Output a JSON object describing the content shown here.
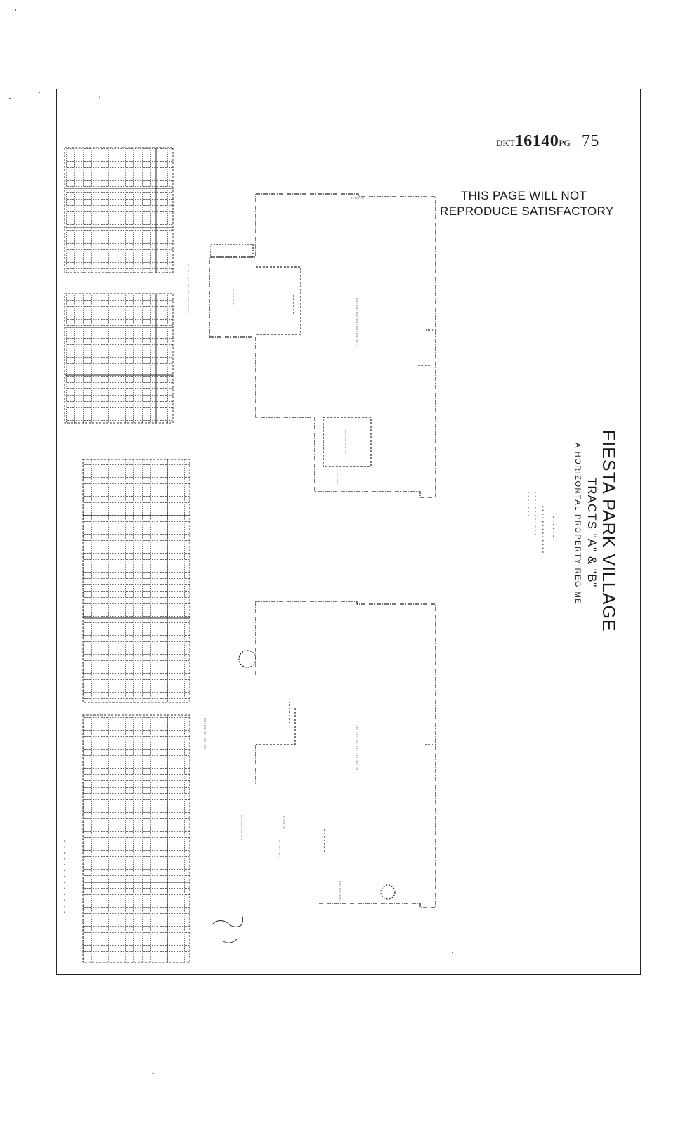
{
  "header": {
    "book_prefix": "DKT",
    "book_number": "16140",
    "page_prefix": "PG",
    "page_number": "75"
  },
  "notice": {
    "line1": "THIS PAGE WILL NOT",
    "line2": "REPRODUCE SATISFACTORY"
  },
  "title_block": {
    "title": "FIESTA PARK VILLAGE",
    "tracts": "TRACTS \"A\" & \"B\"",
    "regime": "A HORIZONTAL PROPERTY REGIME"
  },
  "colors": {
    "ink": "#1a1a1a",
    "faint": "#555555"
  }
}
